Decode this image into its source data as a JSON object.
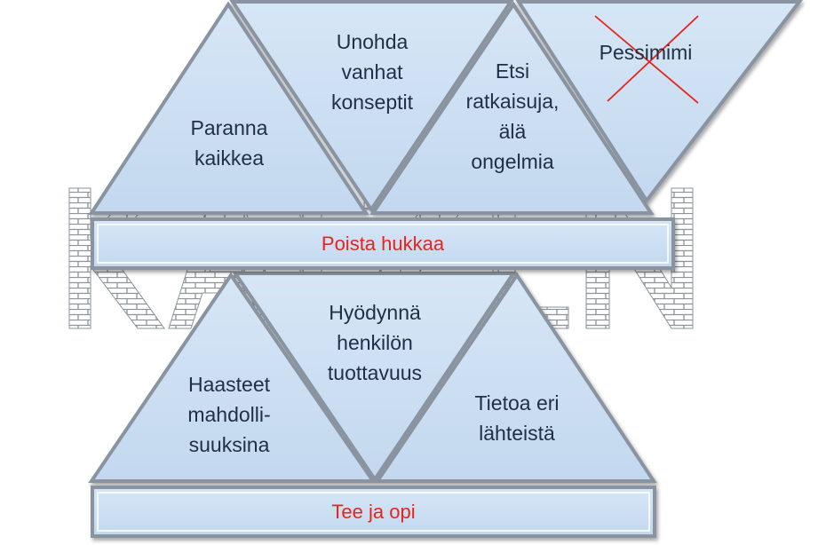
{
  "watermark": "KAIZEN",
  "triangles": {
    "paranna": "Paranna\nkaikkea",
    "unohda": "Unohda\nvanhat\nkonseptit",
    "etsi": "Etsi\nratkaisuja,\nälä\nongelmia",
    "pessimismi": "Pessimimi",
    "haasteet": "Haasteet\nmahdolli-\nsuuksina",
    "hyodynna": "Hyödynnä\nhenkilön\ntuottavuus",
    "tietoa": "Tietoa eri\nlähteistä"
  },
  "bars": {
    "poista": "Poista hukkaa",
    "tee": "Tee ja opi"
  },
  "colors": {
    "fill": "#c9dcf1",
    "stroke": "#8a94a0",
    "text": "#1f2f45",
    "accent": "#e8231c",
    "brick": "#9aa0a6"
  }
}
